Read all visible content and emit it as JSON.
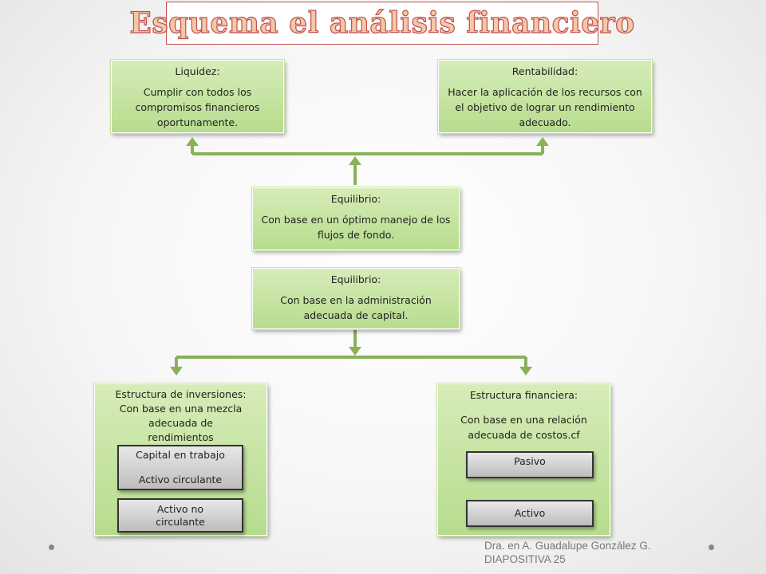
{
  "title": "Esquema el análisis financiero",
  "boxes": {
    "liquidez": {
      "heading": "Liquidez:",
      "body": "Cumplir con todos los compromisos financieros oportunamente."
    },
    "rentabilidad": {
      "heading": "Rentabilidad:",
      "body": "Hacer la aplicación de los recursos con el objetivo de lograr un rendimiento adecuado."
    },
    "equilibrio1": {
      "heading": "Equilibrio:",
      "body": "Con base en un óptimo manejo de los flujos de fondo."
    },
    "equilibrio2": {
      "heading": "Equilibrio:",
      "body": "Con base en la administración adecuada de capital."
    },
    "inversiones": {
      "heading": "Estructura de inversiones:",
      "body": "Con base en una mezcla adecuada de rendimientos"
    },
    "financiera": {
      "heading": "Estructura financiera:",
      "body": "Con base en una relación adecuada de costos.cf"
    }
  },
  "items": {
    "capital_trabajo": "Capital en trabajo",
    "activo_circulante": "Activo circulante",
    "activo_no_circulante": "Activo no circulante",
    "pasivo": "Pasivo",
    "activo": "Activo"
  },
  "footer": {
    "line1": "Dra. en A. Guadalupe González G.",
    "line2": "DIAPOSITIVA 25"
  },
  "colors": {
    "accent_red": "#c0504d",
    "box_green": "#b7dc8e",
    "arrow_green": "#8ab05a"
  }
}
